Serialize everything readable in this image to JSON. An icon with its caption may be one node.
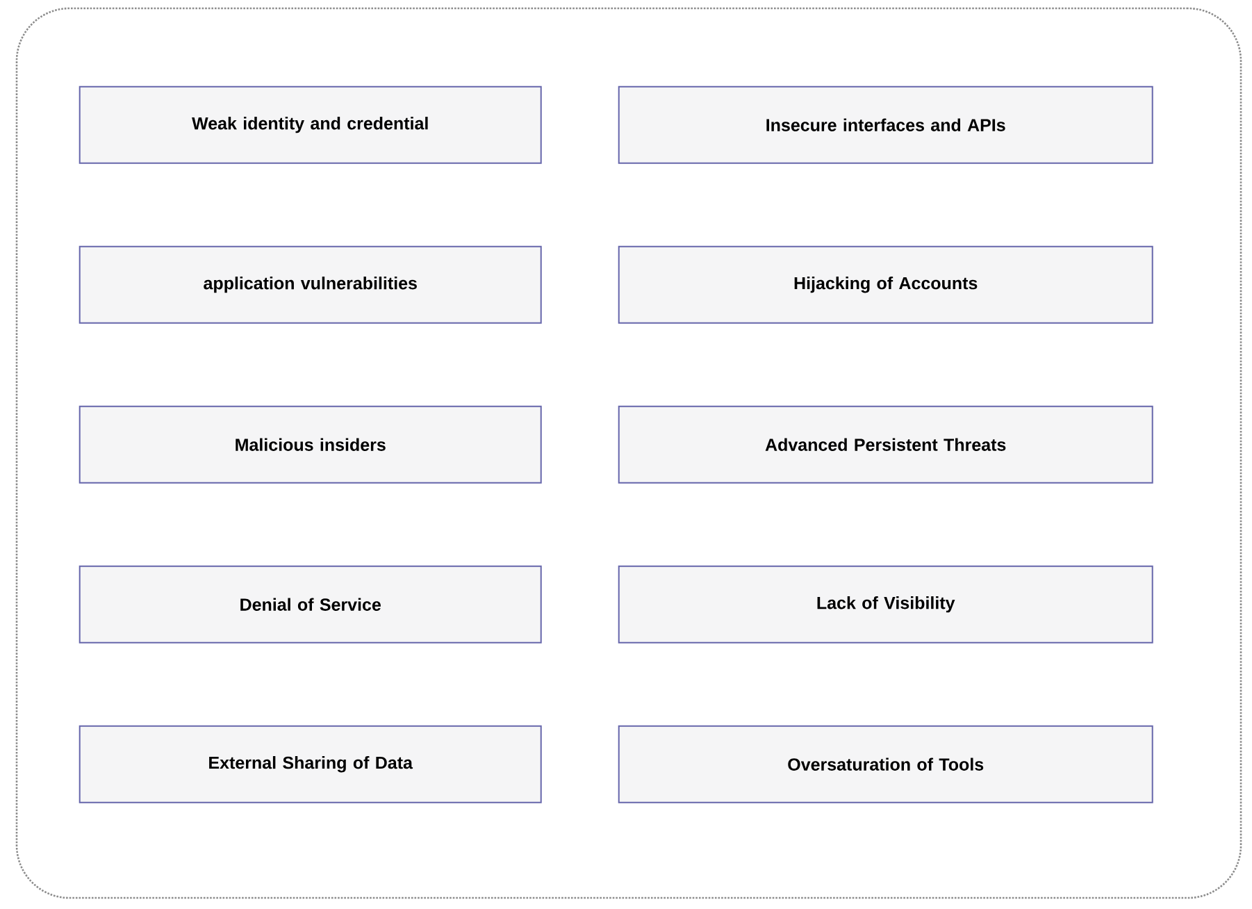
{
  "diagram": {
    "nodes": [
      {
        "text": [],
        "shape": "box"
      },
      {
        "text": [
          "Weak identity and credential"
        ],
        "in": 0
      },
      {
        "text": [
          "Insecure interfaces and APIs"
        ],
        "in": 0
      },
      {
        "text": [
          "application vulnerabilities"
        ],
        "in": 0
      },
      {
        "text": [
          "Hijacking of Accounts"
        ],
        "in": 0
      },
      {
        "text": [
          "Malicious insiders"
        ],
        "in": 0
      },
      {
        "text": [
          "Advanced Persistent Threats"
        ],
        "in": 0
      },
      {
        "text": [
          "Denial of Service"
        ],
        "in": 0
      },
      {
        "text": [
          "Lack of Visibility"
        ],
        "in": 0
      },
      {
        "text": [
          "External Sharing of Data"
        ],
        "in": 0
      },
      {
        "text": [
          "Oversaturation of Tools"
        ],
        "in": 0
      }
    ]
  }
}
